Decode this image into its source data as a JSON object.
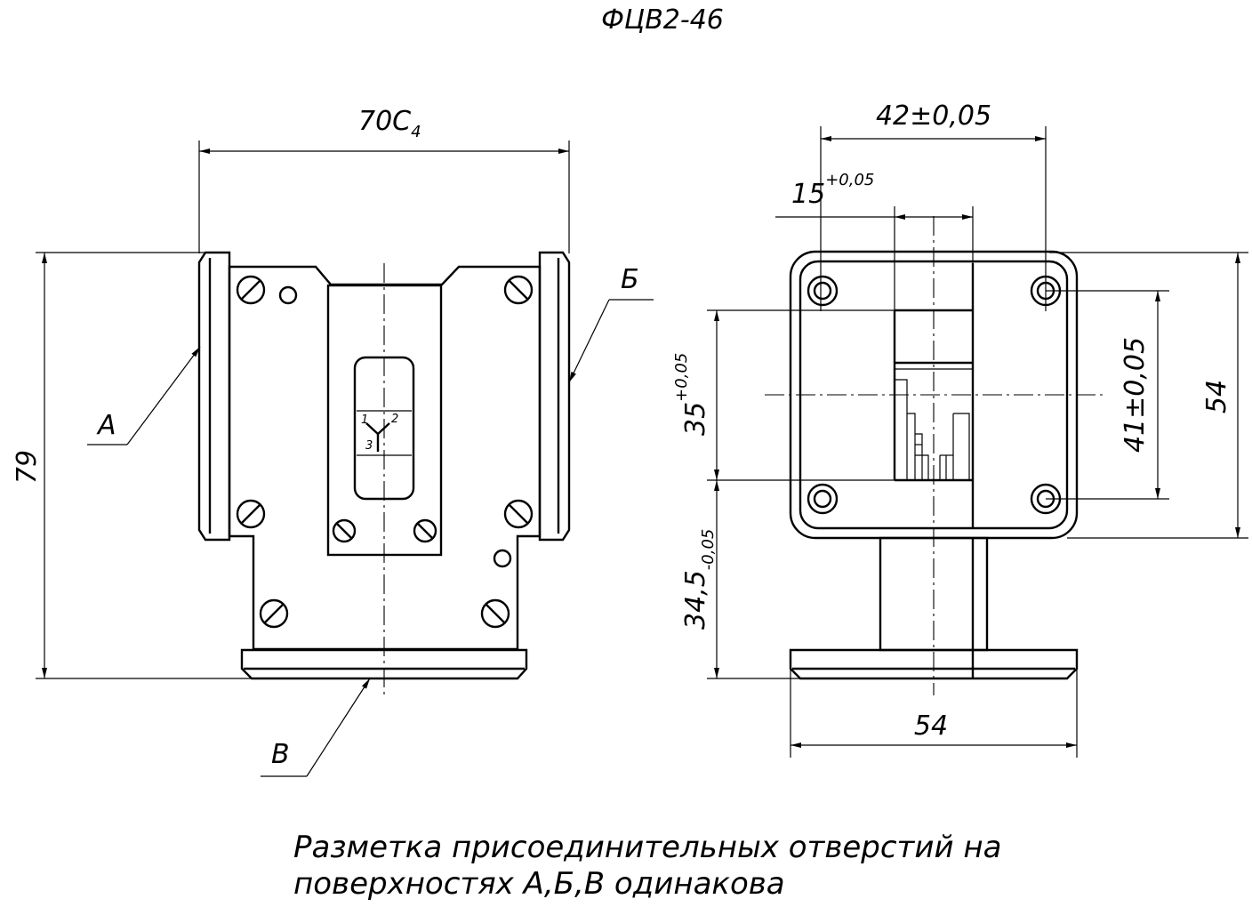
{
  "drawing": {
    "title": "ФЦВ2-46",
    "note_line1": "Разметка присоединительных отверстий на",
    "note_line2": "поверхностях А,Б,В одинакова"
  },
  "front_view": {
    "width_dim": "70С",
    "width_dim_sub": "4",
    "height_dim": "79",
    "label_a": "А",
    "label_b": "Б",
    "label_v": "В",
    "port_labels": [
      "1",
      "2",
      "3"
    ]
  },
  "side_view": {
    "dim_42": "42±0,05",
    "dim_15": "15",
    "dim_15_tol": "+0,05",
    "dim_35": "35",
    "dim_35_tol": "+0,05",
    "dim_41": "41±0,05",
    "dim_54_right": "54",
    "dim_34_5": "34,5",
    "dim_34_5_tol": "-0,05",
    "dim_54_bottom": "54"
  }
}
